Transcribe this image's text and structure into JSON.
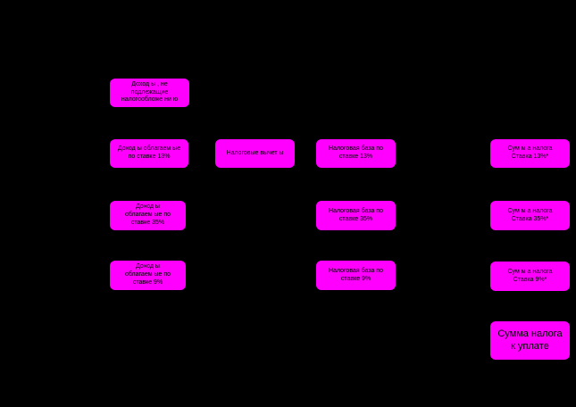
{
  "colors": {
    "background": "#000000",
    "box_fill": "#ff00ff",
    "text": "#000000"
  },
  "nodes": {
    "income_not_taxable": "Доход ы   , не\nподлежащие\nналогообложе ни ю",
    "income_13": "Доход ы облагаем ые\nпо ставке   13%",
    "income_35": "Доход ы\nоблагаем ые по\nставке   35%",
    "income_9": "Доход ы\nоблагаем ые по\nставке   9%",
    "tax_deductions": "Налоговые вычет ы",
    "tax_base_13": "Налоговая база по\nставке 13%",
    "tax_base_35": "Налоговая база по\nставке 35%",
    "tax_base_9": "Налоговая база по\nставке 9%",
    "tax_amount_13": "Сум м а налога\nСтавка  13%*",
    "tax_amount_35": "Сум м а налога\nСтавка  35%*",
    "tax_amount_9": "Сум м а налога\nСтавка 9%*",
    "tax_total_payable": "Сумма налога\nк уплате"
  }
}
